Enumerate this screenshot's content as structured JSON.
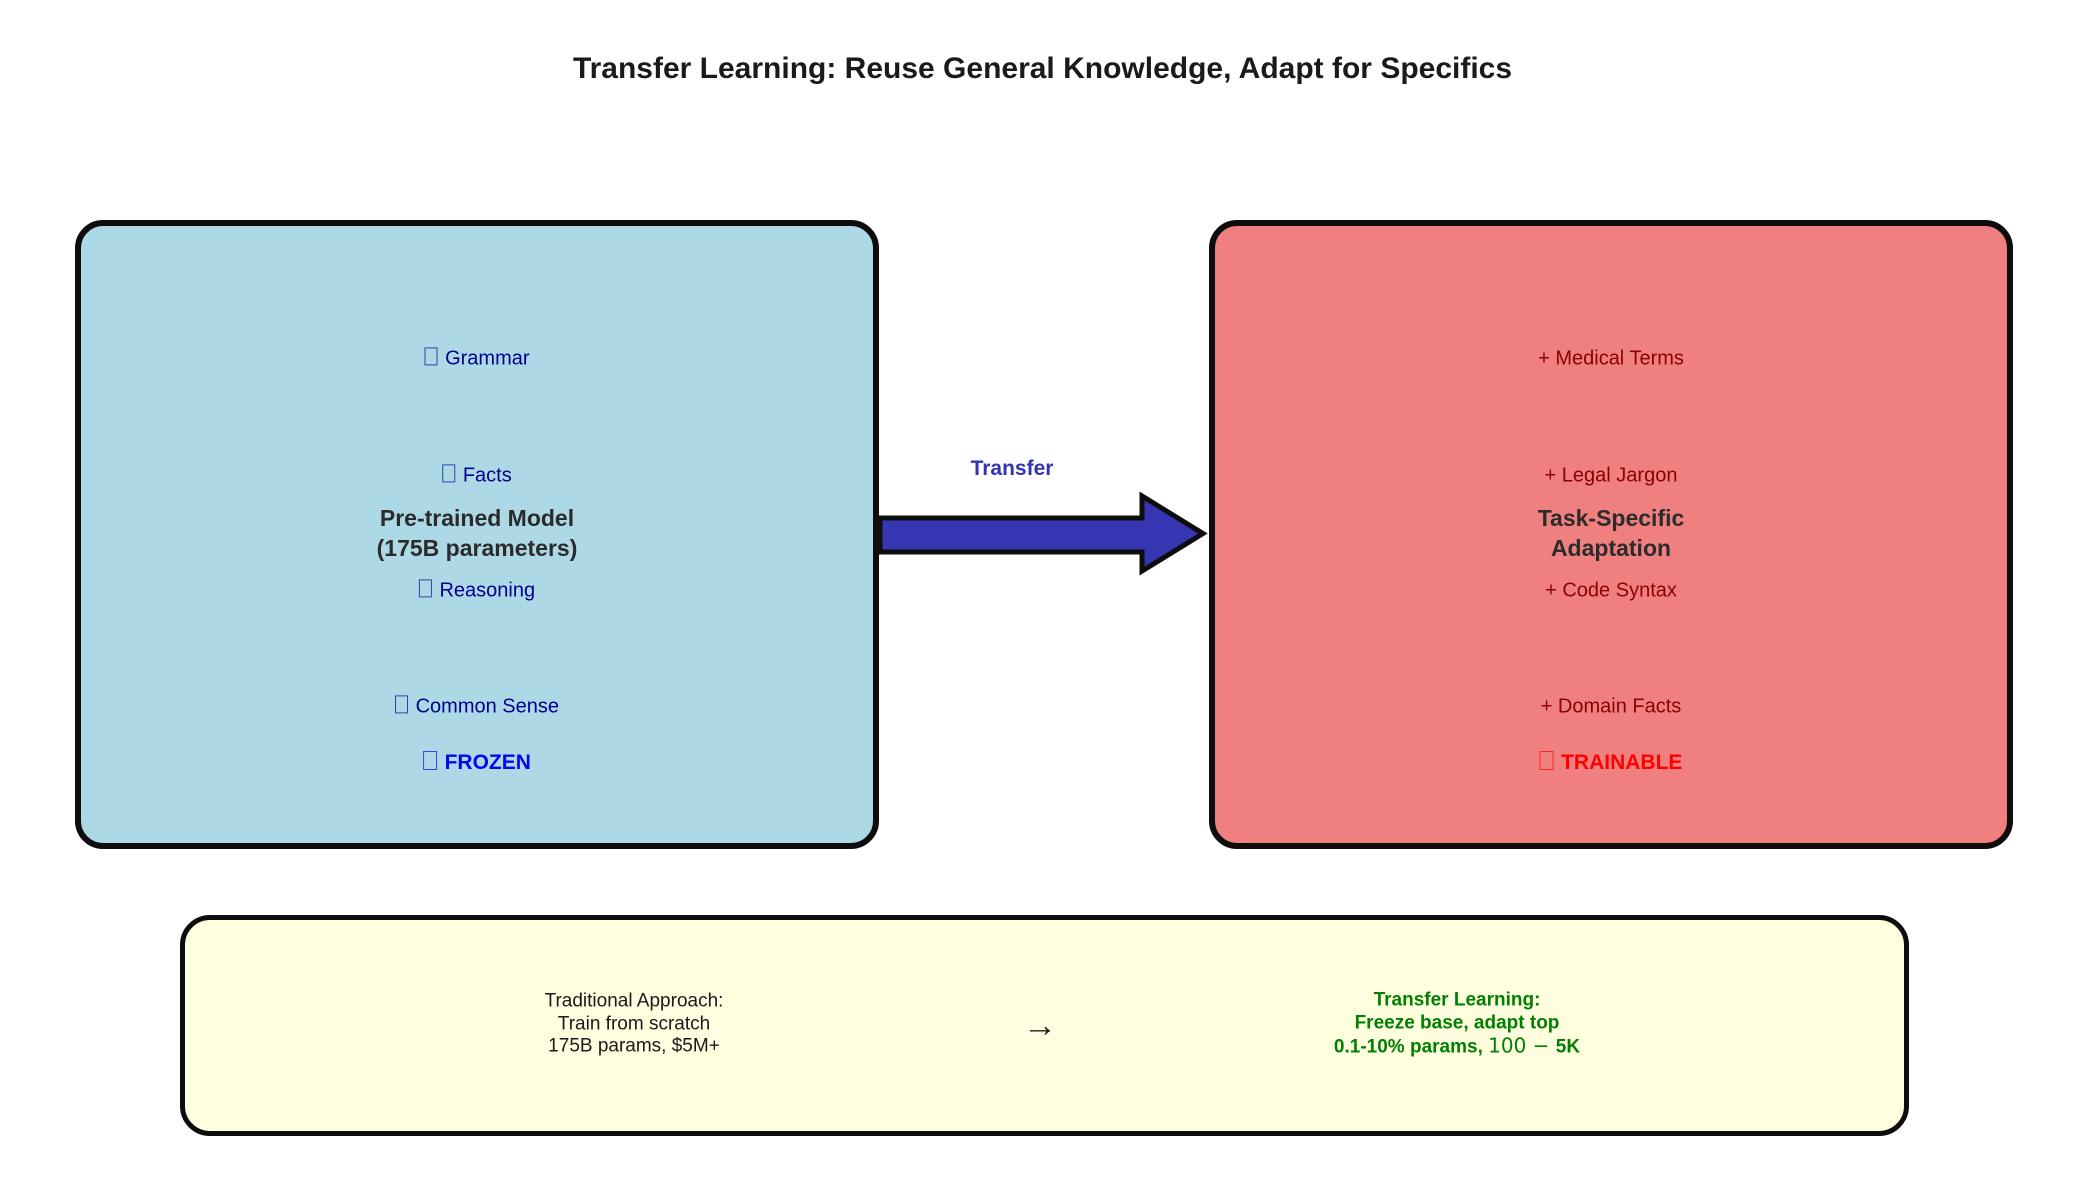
{
  "title": "Transfer Learning: Reuse General Knowledge, Adapt for Specifics",
  "arrow": {
    "label": "Transfer"
  },
  "pretrained": {
    "name_line1": "Pre-trained Model",
    "name_line2": "(175B parameters)",
    "knowledge": [
      "Grammar",
      "Facts",
      "Reasoning",
      "Common Sense"
    ],
    "status": "FROZEN"
  },
  "adaptation": {
    "name_line1": "Task-Specific",
    "name_line2": "Adaptation",
    "additions": [
      "+ Medical Terms",
      "+ Legal Jargon",
      "+ Code Syntax",
      "+ Domain Facts"
    ],
    "status": "TRAINABLE"
  },
  "comparison": {
    "traditional": [
      "Traditional Approach:",
      "Train from scratch",
      "175B params, $5M+"
    ],
    "arrow_glyph": "→",
    "transfer_line1": "Transfer Learning:",
    "transfer_line2": "Freeze base, adapt top",
    "transfer_line3_bold_prefix": "0.1-10% params, ",
    "transfer_line3_math": "100 − ",
    "transfer_line3_bold_suffix": "5K"
  },
  "colors": {
    "title_text": "#1a1a1a",
    "name_text": "#2b2b2b",
    "pretrained_fill": "#ADD8E6",
    "adaptation_fill": "#F08080",
    "comparison_fill": "#FFFFE0",
    "knowledge_text": "#00008B",
    "frozen_text": "#0505F0",
    "additions_text": "#8B0000",
    "trainable_text": "#FF0000",
    "arrow_fill": "#3636B2",
    "transfer_label_text": "#3333B3",
    "traditional_text": "#1a1a1a",
    "transfer_text": "#008000"
  }
}
